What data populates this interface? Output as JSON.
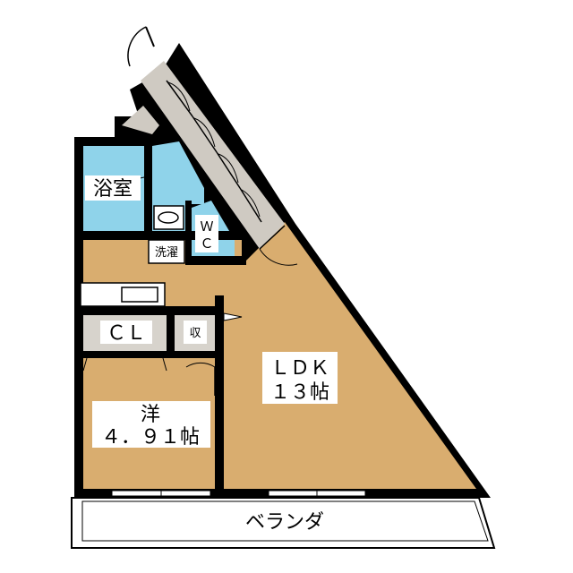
{
  "colors": {
    "ldk_floor": "#d9ad6f",
    "bedroom_floor": "#d9ad6f",
    "bath_floor": "#8fd3ea",
    "wc_floor": "#8fd3ea",
    "storage_floor": "#d7d3cc",
    "entrance_floor": "#cfcac2",
    "wall": "#000000",
    "window": "#ffffff"
  },
  "rooms": {
    "ldk_label": "ＬＤＫ",
    "ldk_size": "１３帖",
    "bedroom_label": "洋",
    "bedroom_size": "４．９１帖",
    "bath_label": "浴室",
    "wc_label_top": "Ｗ",
    "wc_label_bottom": "Ｃ",
    "laundry_label": "洗濯",
    "closet_label": "ＣＬ",
    "storage_label": "収",
    "balcony_label": "ベランダ"
  }
}
